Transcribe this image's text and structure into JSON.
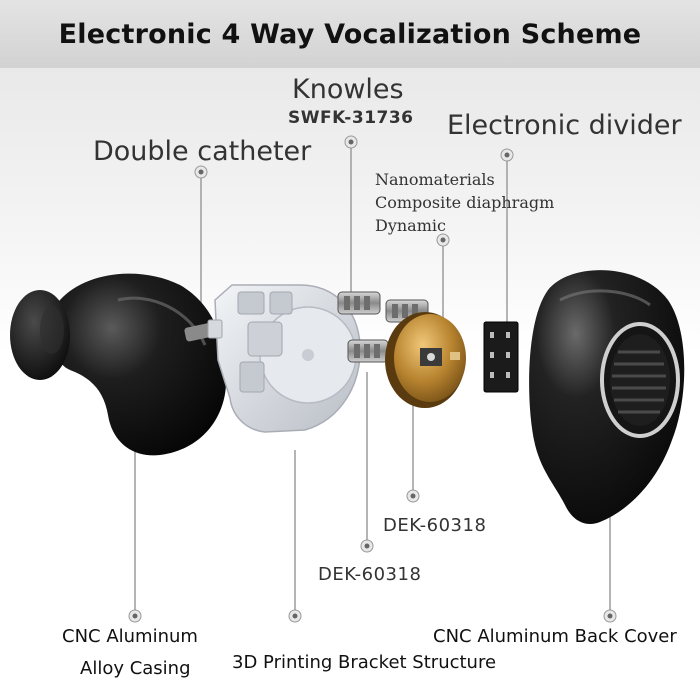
{
  "title": "Electronic 4 Way Vocalization Scheme",
  "labels": {
    "knowles": "Knowles",
    "knowles_model": "SWFK-31736",
    "electronic_divider": "Electronic divider",
    "double_catheter": "Double catheter",
    "nanomaterials": "Nanomaterials",
    "composite_diaphragm": "Composite diaphragm",
    "dynamic": "Dynamic",
    "dek_1": "DEK-60318",
    "dek_2": "DEK-60318",
    "cnc_casing_line1": "CNC Aluminum",
    "cnc_casing_line2": "Alloy Casing",
    "bracket": "3D Printing Bracket Structure",
    "back_cover": "CNC Aluminum Back Cover"
  },
  "colors": {
    "title_bg": "#d8d8d8",
    "shell": "#141414",
    "bracket": "#dfe3e8",
    "gold": "#b8873a",
    "leader": "#9a9a9a"
  },
  "icons": [
    "leader-dot-icon"
  ]
}
